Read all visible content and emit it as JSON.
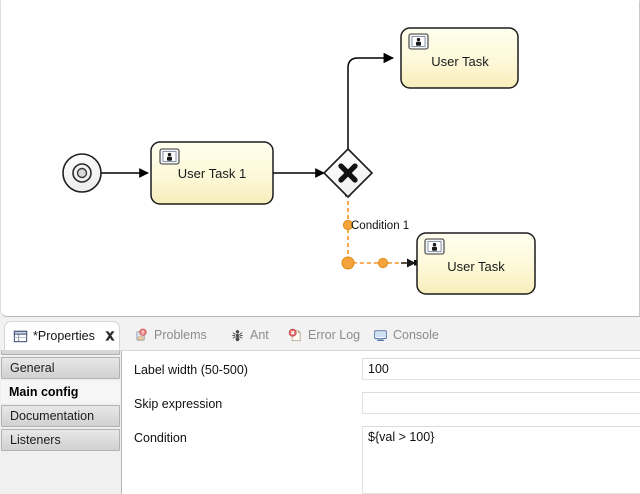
{
  "diagram": {
    "title": "bpmn-process-diagram",
    "colors": {
      "task_fill_top": "#ffffe8",
      "task_fill_bottom": "#fbf3c9",
      "task_border": "#222222",
      "flow_stroke": "#000000",
      "selected_flow": "#f59a23",
      "selection_handle": "#f2951f",
      "canvas_bg": "#ffffff"
    },
    "nodes": [
      {
        "id": "start",
        "type": "start-event",
        "label": ""
      },
      {
        "id": "task1",
        "type": "user-task",
        "label": "User Task 1"
      },
      {
        "id": "gateway",
        "type": "exclusive-gateway",
        "label": ""
      },
      {
        "id": "task2",
        "type": "user-task",
        "label": "User Task"
      },
      {
        "id": "task3",
        "type": "user-task",
        "label": "User Task"
      }
    ],
    "flows": [
      {
        "id": "f1",
        "from": "start",
        "to": "task1",
        "label": "",
        "selected": false
      },
      {
        "id": "f2",
        "from": "task1",
        "to": "gateway",
        "label": "",
        "selected": false
      },
      {
        "id": "f3",
        "from": "gateway",
        "to": "task2",
        "label": "",
        "selected": false
      },
      {
        "id": "f4",
        "from": "gateway",
        "to": "task3",
        "label": "Condition 1",
        "selected": true
      }
    ],
    "flow_label": "Condition 1"
  },
  "view_tabs": [
    {
      "id": "properties",
      "label": "*Properties",
      "icon": "properties-icon",
      "active": true,
      "closable": true
    },
    {
      "id": "problems",
      "label": "Problems",
      "icon": "problems-icon",
      "active": false,
      "closable": false
    },
    {
      "id": "ant",
      "label": "Ant",
      "icon": "ant-icon",
      "active": false,
      "closable": false
    },
    {
      "id": "errorlog",
      "label": "Error Log",
      "icon": "error-log-icon",
      "active": false,
      "closable": false
    },
    {
      "id": "console",
      "label": "Console",
      "icon": "console-icon",
      "active": false,
      "closable": false
    }
  ],
  "property_tabs": [
    {
      "id": "partial",
      "label": "",
      "selected": false,
      "sliver": true
    },
    {
      "id": "general",
      "label": "General",
      "selected": false
    },
    {
      "id": "main-config",
      "label": "Main config",
      "selected": true
    },
    {
      "id": "documentation",
      "label": "Documentation",
      "selected": false
    },
    {
      "id": "listeners",
      "label": "Listeners",
      "selected": false
    }
  ],
  "form": {
    "fields": [
      {
        "id": "label-width",
        "label": "Label width (50-500)",
        "value": "100",
        "placeholder": "",
        "multiline": false
      },
      {
        "id": "skip-expression",
        "label": "Skip expression",
        "value": "",
        "placeholder": "",
        "multiline": false
      },
      {
        "id": "condition",
        "label": "Condition",
        "value": "${val > 100}",
        "placeholder": "",
        "multiline": true
      }
    ]
  }
}
